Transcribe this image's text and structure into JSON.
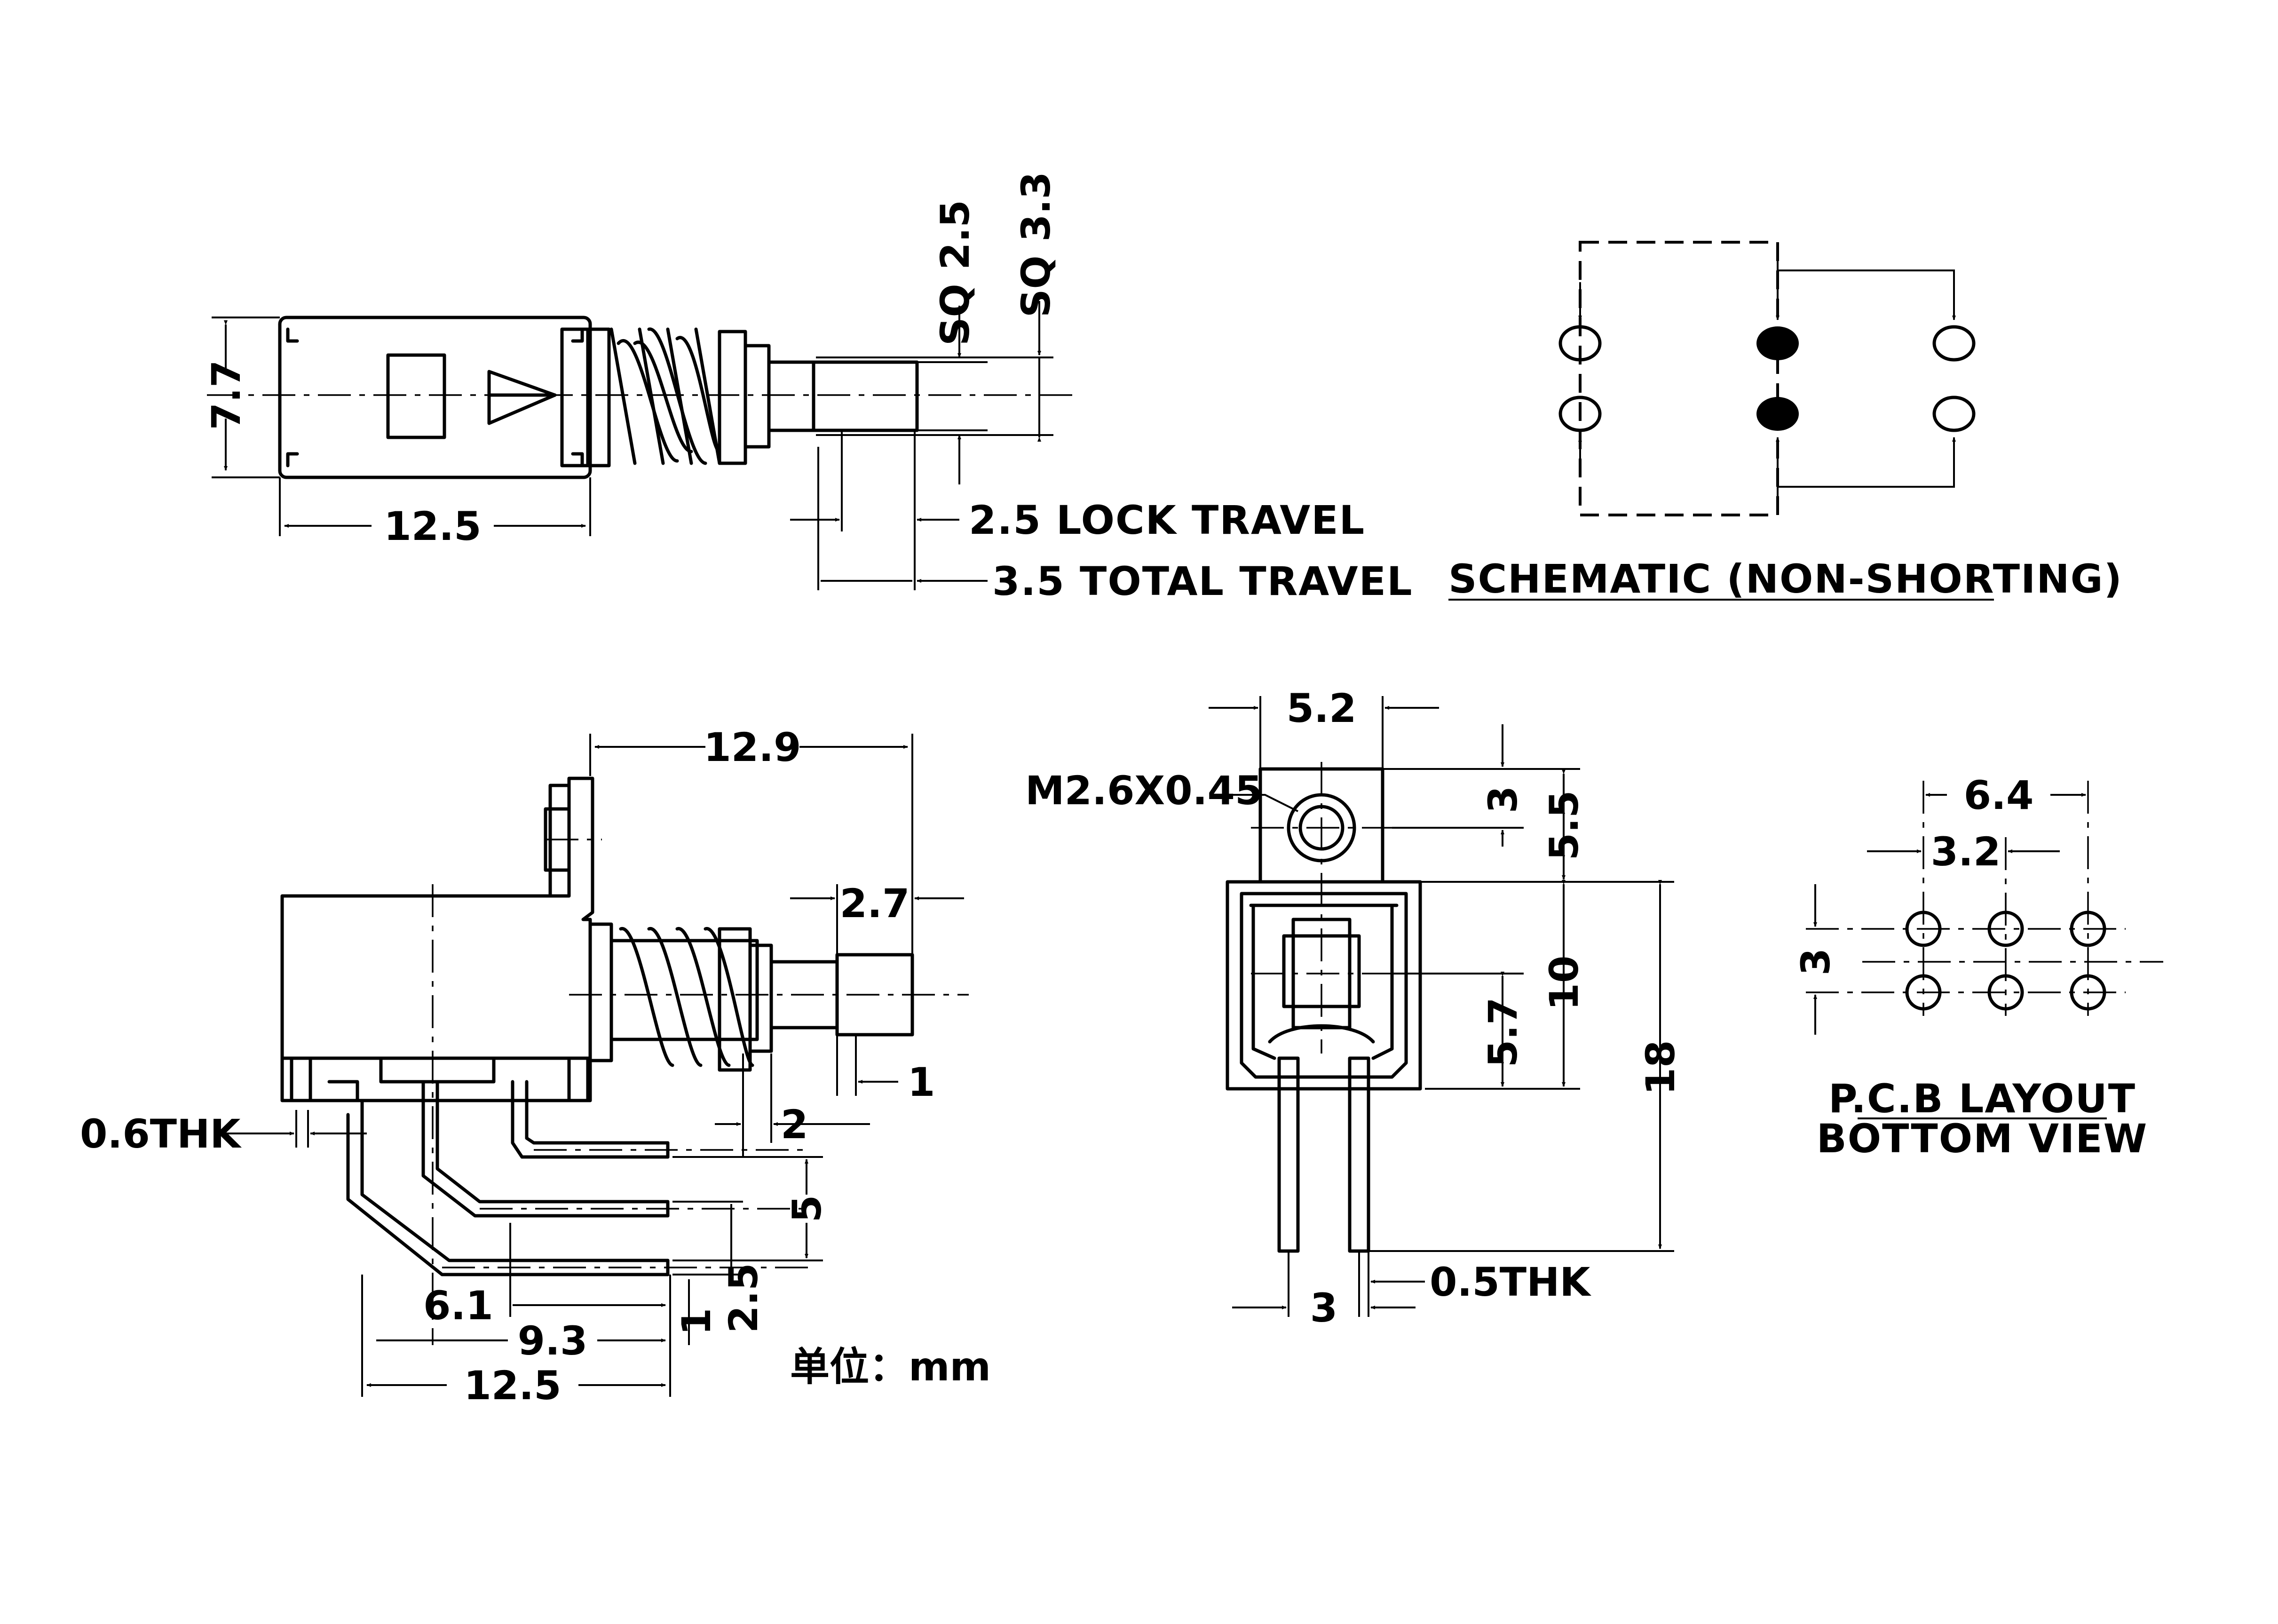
{
  "top_view": {
    "dim_height": "7.7",
    "dim_length": "12.5",
    "sq_small": "SQ 2.5",
    "sq_large": "SQ 3.3",
    "lock_travel": "2.5 LOCK TRAVEL",
    "total_travel": "3.5 TOTAL TRAVEL"
  },
  "schematic": {
    "title": "SCHEMATIC (NON-SHORTING)"
  },
  "side_view": {
    "dim_overall": "12.9",
    "dim_actuator": "2.7",
    "dim_tip": "1",
    "dim_lead_gap": "2",
    "dim_thickness": "0.6THK",
    "dim_pitch_5": "5",
    "dim_pitch_25": "2.5",
    "dim_bottom_1": "1",
    "dim_61": "6.1",
    "dim_93": "9.3",
    "dim_125": "12.5",
    "units": "单位：mm"
  },
  "front_view": {
    "dim_width": "5.2",
    "thread": "M2.6X0.45",
    "dim_3": "3",
    "dim_55": "5.5",
    "dim_10": "10",
    "dim_57": "5.7",
    "dim_18": "18",
    "dim_pin_pitch": "3",
    "dim_pin_thk": "0.5THK"
  },
  "pcb": {
    "dim_64": "6.4",
    "dim_32": "3.2",
    "dim_3": "3",
    "title_line1": "P.C.B LAYOUT",
    "title_line2": "BOTTOM VIEW"
  }
}
